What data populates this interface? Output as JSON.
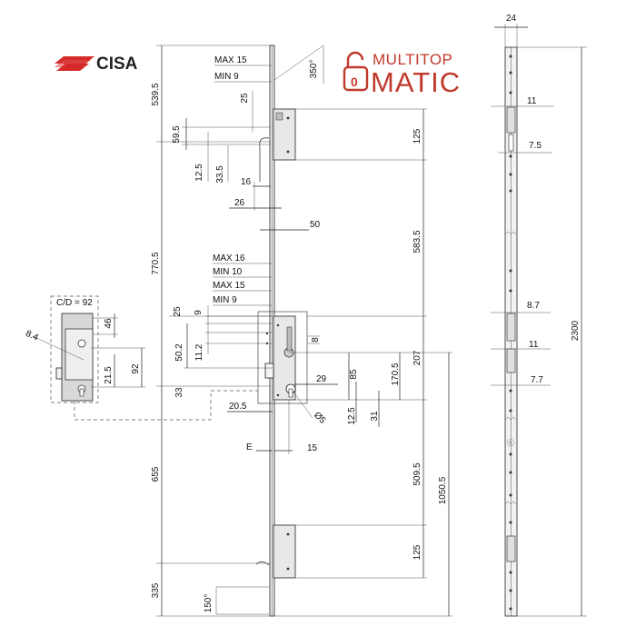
{
  "brand": {
    "name": "CISA",
    "color": "#d42a2a"
  },
  "product": {
    "line1": "MULTITOP",
    "line2": "MATIC",
    "color": "#c0392b"
  },
  "notes": {
    "max15a": "MAX 15",
    "min9a": "MIN 9",
    "max16": "MAX 16",
    "min10": "MIN 10",
    "max15b": "MAX 15",
    "min9b": "MIN 9",
    "cd": "C/D = 92",
    "e": "E"
  },
  "dims": {
    "d3505": "350°",
    "d5395": "539.5",
    "d25a": "25",
    "d595": "59.5",
    "d125a": "125",
    "d125_cr": "12.5",
    "d335a": "33.5",
    "d16": "16",
    "d26": "26",
    "d50": "50",
    "d7705": "770.5",
    "d5835": "583.5",
    "d25b": "25",
    "d9": "9",
    "d502": "50.2",
    "d112": "11.2",
    "d8": "8",
    "d33": "33",
    "d29": "29",
    "d85": "85",
    "d1705": "170.5",
    "d207": "207",
    "d205": "20.5",
    "d125b": "12.5",
    "d31": "31",
    "d8phi": "Ø5",
    "d15": "15",
    "d655": "655",
    "d5095": "509.5",
    "d10505": "1050.5",
    "d125c": "125",
    "d335b": "335",
    "d150": "150°",
    "d46": "46",
    "d84": "8.4",
    "d215": "21.5",
    "d92": "92",
    "d24": "24",
    "d11a": "11",
    "d75": "7.5",
    "d87": "8.7",
    "d11b": "11",
    "d77": "7.7",
    "d2300": "2300"
  }
}
